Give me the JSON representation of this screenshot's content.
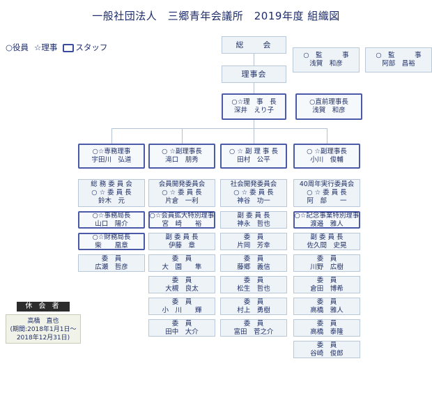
{
  "title": "一般社団法人　三郷青年会議所　2019年度 組織図",
  "legend": {
    "officer": "○役員",
    "director": "☆理事",
    "staff": "スタッフ"
  },
  "top": {
    "general_assembly": "総　　会",
    "board": "理事会",
    "auditor1": {
      "role": "○　監　　　事",
      "name": "浅賀　和彦"
    },
    "auditor2": {
      "role": "○　監　　　事",
      "name": "阿部　昌裕"
    },
    "president": {
      "role": "○☆理　事　長",
      "name": "深井　えり子"
    },
    "past_president": {
      "role": "○直前理事長",
      "name": "浅賀　和彦"
    }
  },
  "columns": [
    {
      "head": {
        "role": "○☆専務理事",
        "name": "宇田川　弘道"
      },
      "items": [
        {
          "lines": [
            "総 務 委 員 会",
            "○ ☆ 委 員 長",
            "鈴木　元"
          ],
          "officer": false
        },
        {
          "lines": [
            "○☆事務局長",
            "山口　陽介"
          ],
          "officer": true
        },
        {
          "lines": [
            "○☆財務局長",
            "柴　　凰章"
          ],
          "officer": true
        },
        {
          "lines": [
            "委　員",
            "広瀬　哲彦"
          ],
          "officer": false
        }
      ]
    },
    {
      "head": {
        "role": "○ ☆副理事長",
        "name": "滝口　朋秀"
      },
      "items": [
        {
          "lines": [
            "会員開発委員会",
            "○ ☆ 委 員 長",
            "片倉　一利"
          ],
          "officer": false
        },
        {
          "lines": [
            "○☆会員拡大特別理事",
            "宮　崎　　裕"
          ],
          "officer": true
        },
        {
          "lines": [
            "副 委 員 長",
            "伊藤　章"
          ],
          "officer": false
        },
        {
          "lines": [
            "委　員",
            "大　園　　隼"
          ],
          "officer": false
        },
        {
          "lines": [
            "委　員",
            "大槻　良太"
          ],
          "officer": false
        },
        {
          "lines": [
            "委　員",
            "小　川　　輝"
          ],
          "officer": false
        },
        {
          "lines": [
            "委　員",
            "田中　大介"
          ],
          "officer": false
        }
      ]
    },
    {
      "head": {
        "role": "○ ☆ 副 理 事 長",
        "name": "田村　公平"
      },
      "items": [
        {
          "lines": [
            "社会開発委員会",
            "○ ☆ 委 員 長",
            "神谷　功一"
          ],
          "officer": false
        },
        {
          "lines": [
            "副 委 員 長",
            "神永　哲也"
          ],
          "officer": false
        },
        {
          "lines": [
            "委　員",
            "片岡　芳幸"
          ],
          "officer": false
        },
        {
          "lines": [
            "委　員",
            "藤郷　義信"
          ],
          "officer": false
        },
        {
          "lines": [
            "委　員",
            "松生　哲也"
          ],
          "officer": false
        },
        {
          "lines": [
            "委　員",
            "村上　勇樹"
          ],
          "officer": false
        },
        {
          "lines": [
            "委　員",
            "富田　菅之介"
          ],
          "officer": false
        }
      ]
    },
    {
      "head": {
        "role": "○ ☆副理事長",
        "name": "小川　俊輔"
      },
      "items": [
        {
          "lines": [
            "40周年実行委員会",
            "○ ☆ 委 員 長",
            "阿　部　　一"
          ],
          "officer": false
        },
        {
          "lines": [
            "○☆記念事業特別理事",
            "渡邉　雅人"
          ],
          "officer": true
        },
        {
          "lines": [
            "副 委 員 長",
            "佐久間　史晃"
          ],
          "officer": false
        },
        {
          "lines": [
            "委　員",
            "川野　広樹"
          ],
          "officer": false
        },
        {
          "lines": [
            "委　員",
            "倉田　博希"
          ],
          "officer": false
        },
        {
          "lines": [
            "委　員",
            "高橋　雅人"
          ],
          "officer": false
        },
        {
          "lines": [
            "委　員",
            "高橋　泰隆"
          ],
          "officer": false
        },
        {
          "lines": [
            "委　員",
            "谷崎　俊郎"
          ],
          "officer": false
        }
      ]
    }
  ],
  "kyukai": {
    "header": "休 会 者",
    "name": "高橋　直也",
    "period_line1": "(期間:2018年1月1日～",
    "period_line2": "2018年12月31日)"
  }
}
